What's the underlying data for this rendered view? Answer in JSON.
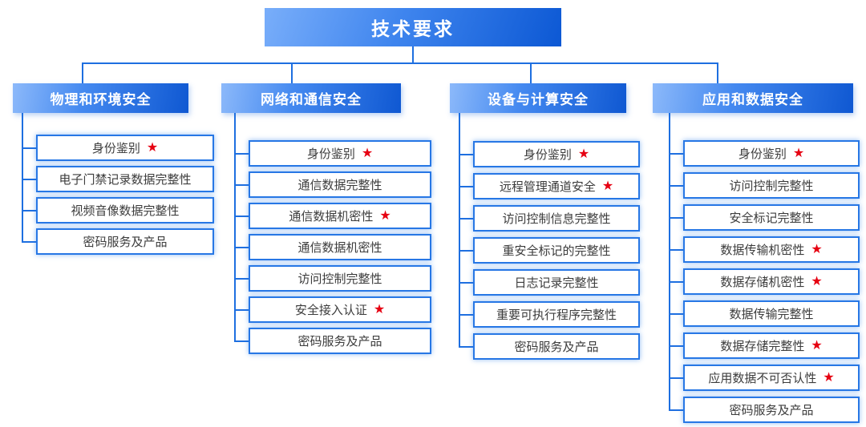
{
  "title": "技术要求",
  "colors": {
    "connector_blue": "#1e6fe0",
    "node_border_blue": "#2777e5",
    "gradient_light_blue": "#79aefa",
    "gradient_dark_blue": "#0c58d4",
    "star_red": "#e60012",
    "leaf_text": "#3c3c3c"
  },
  "star_glyph": "★",
  "columns": [
    {
      "header": "物理和环境安全",
      "items": [
        {
          "label": "身份鉴别",
          "star": "★"
        },
        {
          "label": "电子门禁记录数据完整性",
          "star": ""
        },
        {
          "label": "视频音像数据完整性",
          "star": ""
        },
        {
          "label": "密码服务及产品",
          "star": ""
        }
      ]
    },
    {
      "header": "网络和通信安全",
      "items": [
        {
          "label": "身份鉴别",
          "star": "★"
        },
        {
          "label": "通信数据完整性",
          "star": ""
        },
        {
          "label": "通信数据机密性",
          "star": "★"
        },
        {
          "label": "通信数据机密性",
          "star": ""
        },
        {
          "label": "访问控制完整性",
          "star": ""
        },
        {
          "label": "安全接入认证",
          "star": "★"
        },
        {
          "label": "密码服务及产品",
          "star": ""
        }
      ]
    },
    {
      "header": "设备与计算安全",
      "items": [
        {
          "label": "身份鉴别",
          "star": "★"
        },
        {
          "label": "远程管理通道安全",
          "star": "★"
        },
        {
          "label": "访问控制信息完整性",
          "star": ""
        },
        {
          "label": "重安全标记的完整性",
          "star": ""
        },
        {
          "label": "日志记录完整性",
          "star": ""
        },
        {
          "label": "重要可执行程序完整性",
          "star": ""
        },
        {
          "label": "密码服务及产品",
          "star": ""
        }
      ]
    },
    {
      "header": "应用和数据安全",
      "items": [
        {
          "label": "身份鉴别",
          "star": "★"
        },
        {
          "label": "访问控制完整性",
          "star": ""
        },
        {
          "label": "安全标记完整性",
          "star": ""
        },
        {
          "label": "数据传输机密性",
          "star": "★"
        },
        {
          "label": "数据存储机密性",
          "star": "★"
        },
        {
          "label": "数据传输完整性",
          "star": ""
        },
        {
          "label": "数据存储完整性",
          "star": "★"
        },
        {
          "label": "应用数据不可否认性",
          "star": "★"
        },
        {
          "label": "密码服务及产品",
          "star": ""
        }
      ]
    }
  ]
}
